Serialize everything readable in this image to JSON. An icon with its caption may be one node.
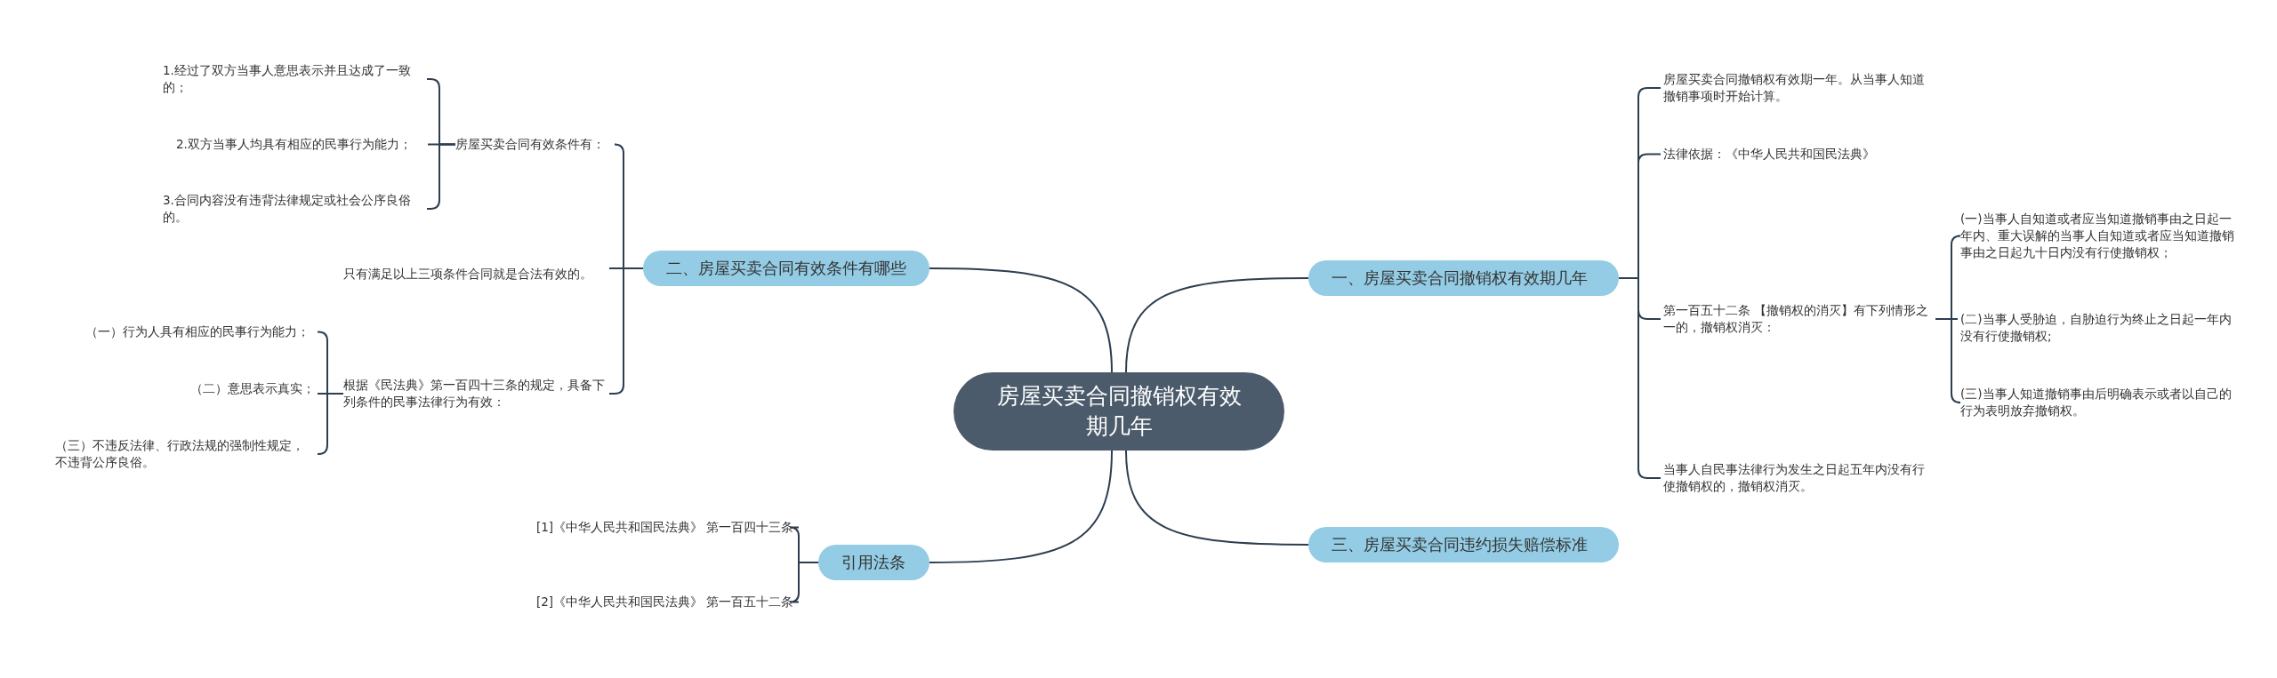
{
  "diagram": {
    "nodes": [
      {
        "text": [
          "房屋买卖合同撤销权有效期几年"
        ]
      },
      {
        "text": [
          "二、房屋买卖合同有效条件有哪些"
        ]
      },
      {
        "text": [
          "房屋买卖合同有效条件有："
        ]
      },
      {
        "text": [
          "1.经过了双方当事人意思表示并且达成了一致的；"
        ]
      },
      {
        "text": [
          "2.双方当事人均具有相应的民事行为能力；"
        ]
      },
      {
        "text": [
          "3.合同内容没有违背法律规定或社会公序良俗的。"
        ]
      },
      {
        "text": [
          "只有满足以上三项条件合同就是合法有效的。"
        ]
      },
      {
        "text": [
          "根据《民法典》第一百四十三条的规定，具备下列条件的民事法律行为有效："
        ]
      },
      {
        "text": [
          "（一）行为人具有相应的民事行为能力；"
        ]
      },
      {
        "text": [
          "（二）意思表示真实；"
        ]
      },
      {
        "text": [
          "（三）不违反法律、行政法规的强制性规定，不违背公序良俗。"
        ]
      },
      {
        "text": [
          "引用法条"
        ]
      },
      {
        "text": [
          "[1]《中华人民共和国民法典》 第一百四十三条"
        ]
      },
      {
        "text": [
          "[2]《中华人民共和国民法典》 第一百五十二条"
        ]
      },
      {
        "text": [
          "一、房屋买卖合同撤销权有效期几年"
        ]
      },
      {
        "text": [
          "房屋买卖合同撤销权有效期一年。从当事人知道撤销事项时开始计算。"
        ]
      },
      {
        "text": [
          "法律依据：《中华人民共和国民法典》"
        ]
      },
      {
        "text": [
          "第一百五十二条 【撤销权的消灭】有下列情形之一的，撤销权消灭："
        ]
      },
      {
        "text": [
          "(一)当事人自知道或者应当知道撤销事由之日起一年内、重大误解的当事人自知道或者应当知道撤销事由之日起九十日内没有行使撤销权；"
        ]
      },
      {
        "text": [
          "(二)当事人受胁迫，自胁迫行为终止之日起一年内没有行使撤销权;"
        ]
      },
      {
        "text": [
          "(三)当事人知道撤销事由后明确表示或者以自己的行为表明放弃撤销权。"
        ]
      },
      {
        "text": [
          "当事人自民事法律行为发生之日起五年内没有行使撤销权的，撤销权消灭。"
        ]
      },
      {
        "text": [
          "三、房屋买卖合同违约损失赔偿标准"
        ]
      }
    ],
    "edges": [
      {
        "from": 0,
        "to": 1,
        "arrow": "none"
      },
      {
        "from": 1,
        "to": 2,
        "arrow": "none"
      },
      {
        "from": 2,
        "to": 3,
        "arrow": "none"
      },
      {
        "from": 2,
        "to": 4,
        "arrow": "none"
      },
      {
        "from": 2,
        "to": 5,
        "arrow": "none"
      },
      {
        "from": 1,
        "to": 6,
        "arrow": "none"
      },
      {
        "from": 1,
        "to": 7,
        "arrow": "none"
      },
      {
        "from": 7,
        "to": 8,
        "arrow": "none"
      },
      {
        "from": 7,
        "to": 9,
        "arrow": "none"
      },
      {
        "from": 7,
        "to": 10,
        "arrow": "none"
      },
      {
        "from": 0,
        "to": 11,
        "arrow": "none"
      },
      {
        "from": 11,
        "to": 12,
        "arrow": "none"
      },
      {
        "from": 11,
        "to": 13,
        "arrow": "none"
      },
      {
        "from": 0,
        "to": 14,
        "arrow": "none"
      },
      {
        "from": 14,
        "to": 15,
        "arrow": "none"
      },
      {
        "from": 14,
        "to": 16,
        "arrow": "none"
      },
      {
        "from": 14,
        "to": 17,
        "arrow": "none"
      },
      {
        "from": 17,
        "to": 18,
        "arrow": "none"
      },
      {
        "from": 17,
        "to": 19,
        "arrow": "none"
      },
      {
        "from": 17,
        "to": 20,
        "arrow": "none"
      },
      {
        "from": 14,
        "to": 21,
        "arrow": "none"
      },
      {
        "from": 0,
        "to": 22,
        "arrow": "none"
      }
    ]
  }
}
